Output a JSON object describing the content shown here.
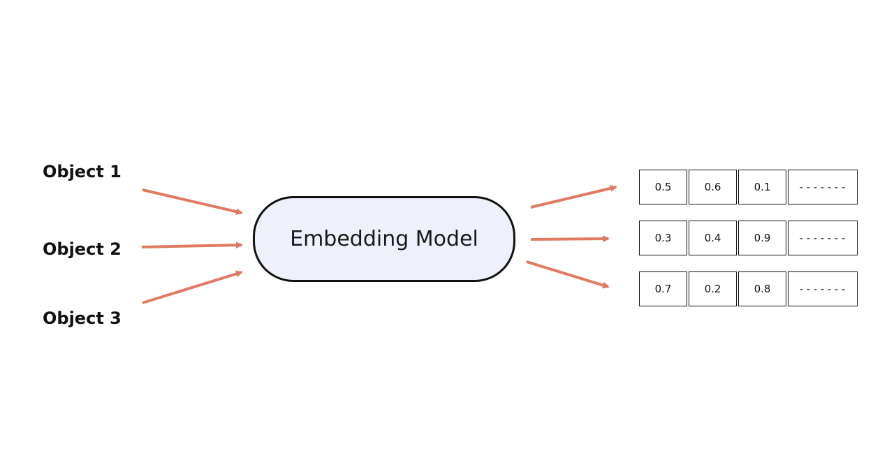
{
  "objects": [
    {
      "label": "Object 1"
    },
    {
      "label": "Object 2"
    },
    {
      "label": "Object 3"
    }
  ],
  "model": {
    "label": "Embedding Model"
  },
  "vectors": [
    {
      "values": [
        "0.5",
        "0.6",
        "0.1"
      ],
      "more": "-------"
    },
    {
      "values": [
        "0.3",
        "0.4",
        "0.9"
      ],
      "more": "-------"
    },
    {
      "values": [
        "0.7",
        "0.2",
        "0.8"
      ],
      "more": "-------"
    }
  ],
  "colors": {
    "arrow": "#e07a62",
    "box_fill": "#eef0fb",
    "border": "#111111"
  }
}
